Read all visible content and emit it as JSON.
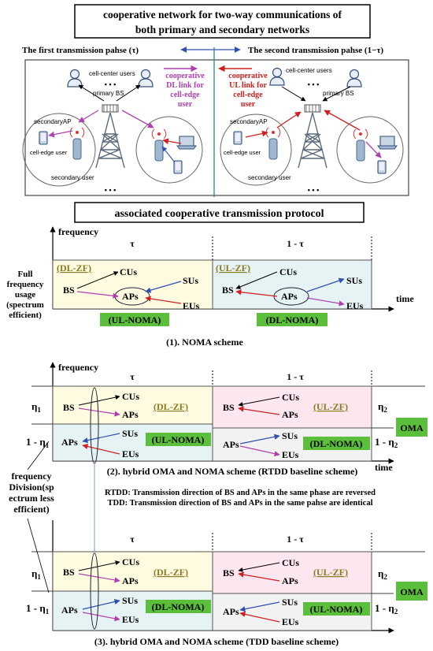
{
  "header": {
    "title_line1": "cooperative network for two-way communications of",
    "title_line2": "both primary and secondary networks",
    "phase1": "The first transmission pahse (τ)",
    "phase2": "The second transmission pahse (1−τ)"
  },
  "network": {
    "cell_center_users": "cell-center users",
    "primary_bs": "primary BS",
    "dl_link_line1": "cooperative",
    "dl_link_line2": "DL link for",
    "dl_link_line3": "cell-edge",
    "dl_link_line4": "user",
    "ul_link_line1": "cooperative",
    "ul_link_line2": "UL link for",
    "ul_link_line3": "cell-edge",
    "ul_link_line4": "user",
    "secondary_ap": "secondaryAP",
    "cell_edge_user": "cell-edge user",
    "secondary_user": "secondary user",
    "dots": "• • •"
  },
  "protocol_title": "associated cooperative transmission protocol",
  "axis": {
    "frequency": "frequency",
    "time": "time",
    "tau": "τ",
    "one_minus_tau": "1 - τ"
  },
  "labels": {
    "BS": "BS",
    "CUs": "CUs",
    "APs": "APs",
    "SUs": "SUs",
    "EUs": "EUs",
    "dl_zf": "(DL-ZF)",
    "ul_zf": "(UL-ZF)",
    "ul_noma": "(UL-NOMA)",
    "dl_noma": "(DL-NOMA)",
    "oma": "OMA",
    "eta1": "η",
    "eta2": "η",
    "sub1": "1",
    "sub2": "2",
    "one_minus": "1 - η"
  },
  "full_freq": {
    "l1": "Full",
    "l2": "frequency",
    "l3": "usage",
    "l4": "(spectrum",
    "l5": "efficient)"
  },
  "freq_div": {
    "l1": "frequency",
    "l2": "Division(sp",
    "l3": "ectrum less",
    "l4": "efficient)"
  },
  "captions": {
    "c1": "(1).  NOMA scheme",
    "c2": "(2).  hybrid OMA and NOMA scheme (RTDD baseline scheme)",
    "c3": "(3).  hybrid OMA and NOMA scheme  (TDD baseline scheme)"
  },
  "notes": {
    "rtdd": "RTDD: Transmission direction  of BS and APs in the same phase are reversed",
    "tdd": "TDD: Transmission direction  of BS and APs in the same pahse are identical"
  },
  "colors": {
    "dl_link": "#b040b0",
    "ul_link": "#d02020",
    "oma_bg": "#5cbf3c",
    "phase_line": "#2a8a8a"
  }
}
